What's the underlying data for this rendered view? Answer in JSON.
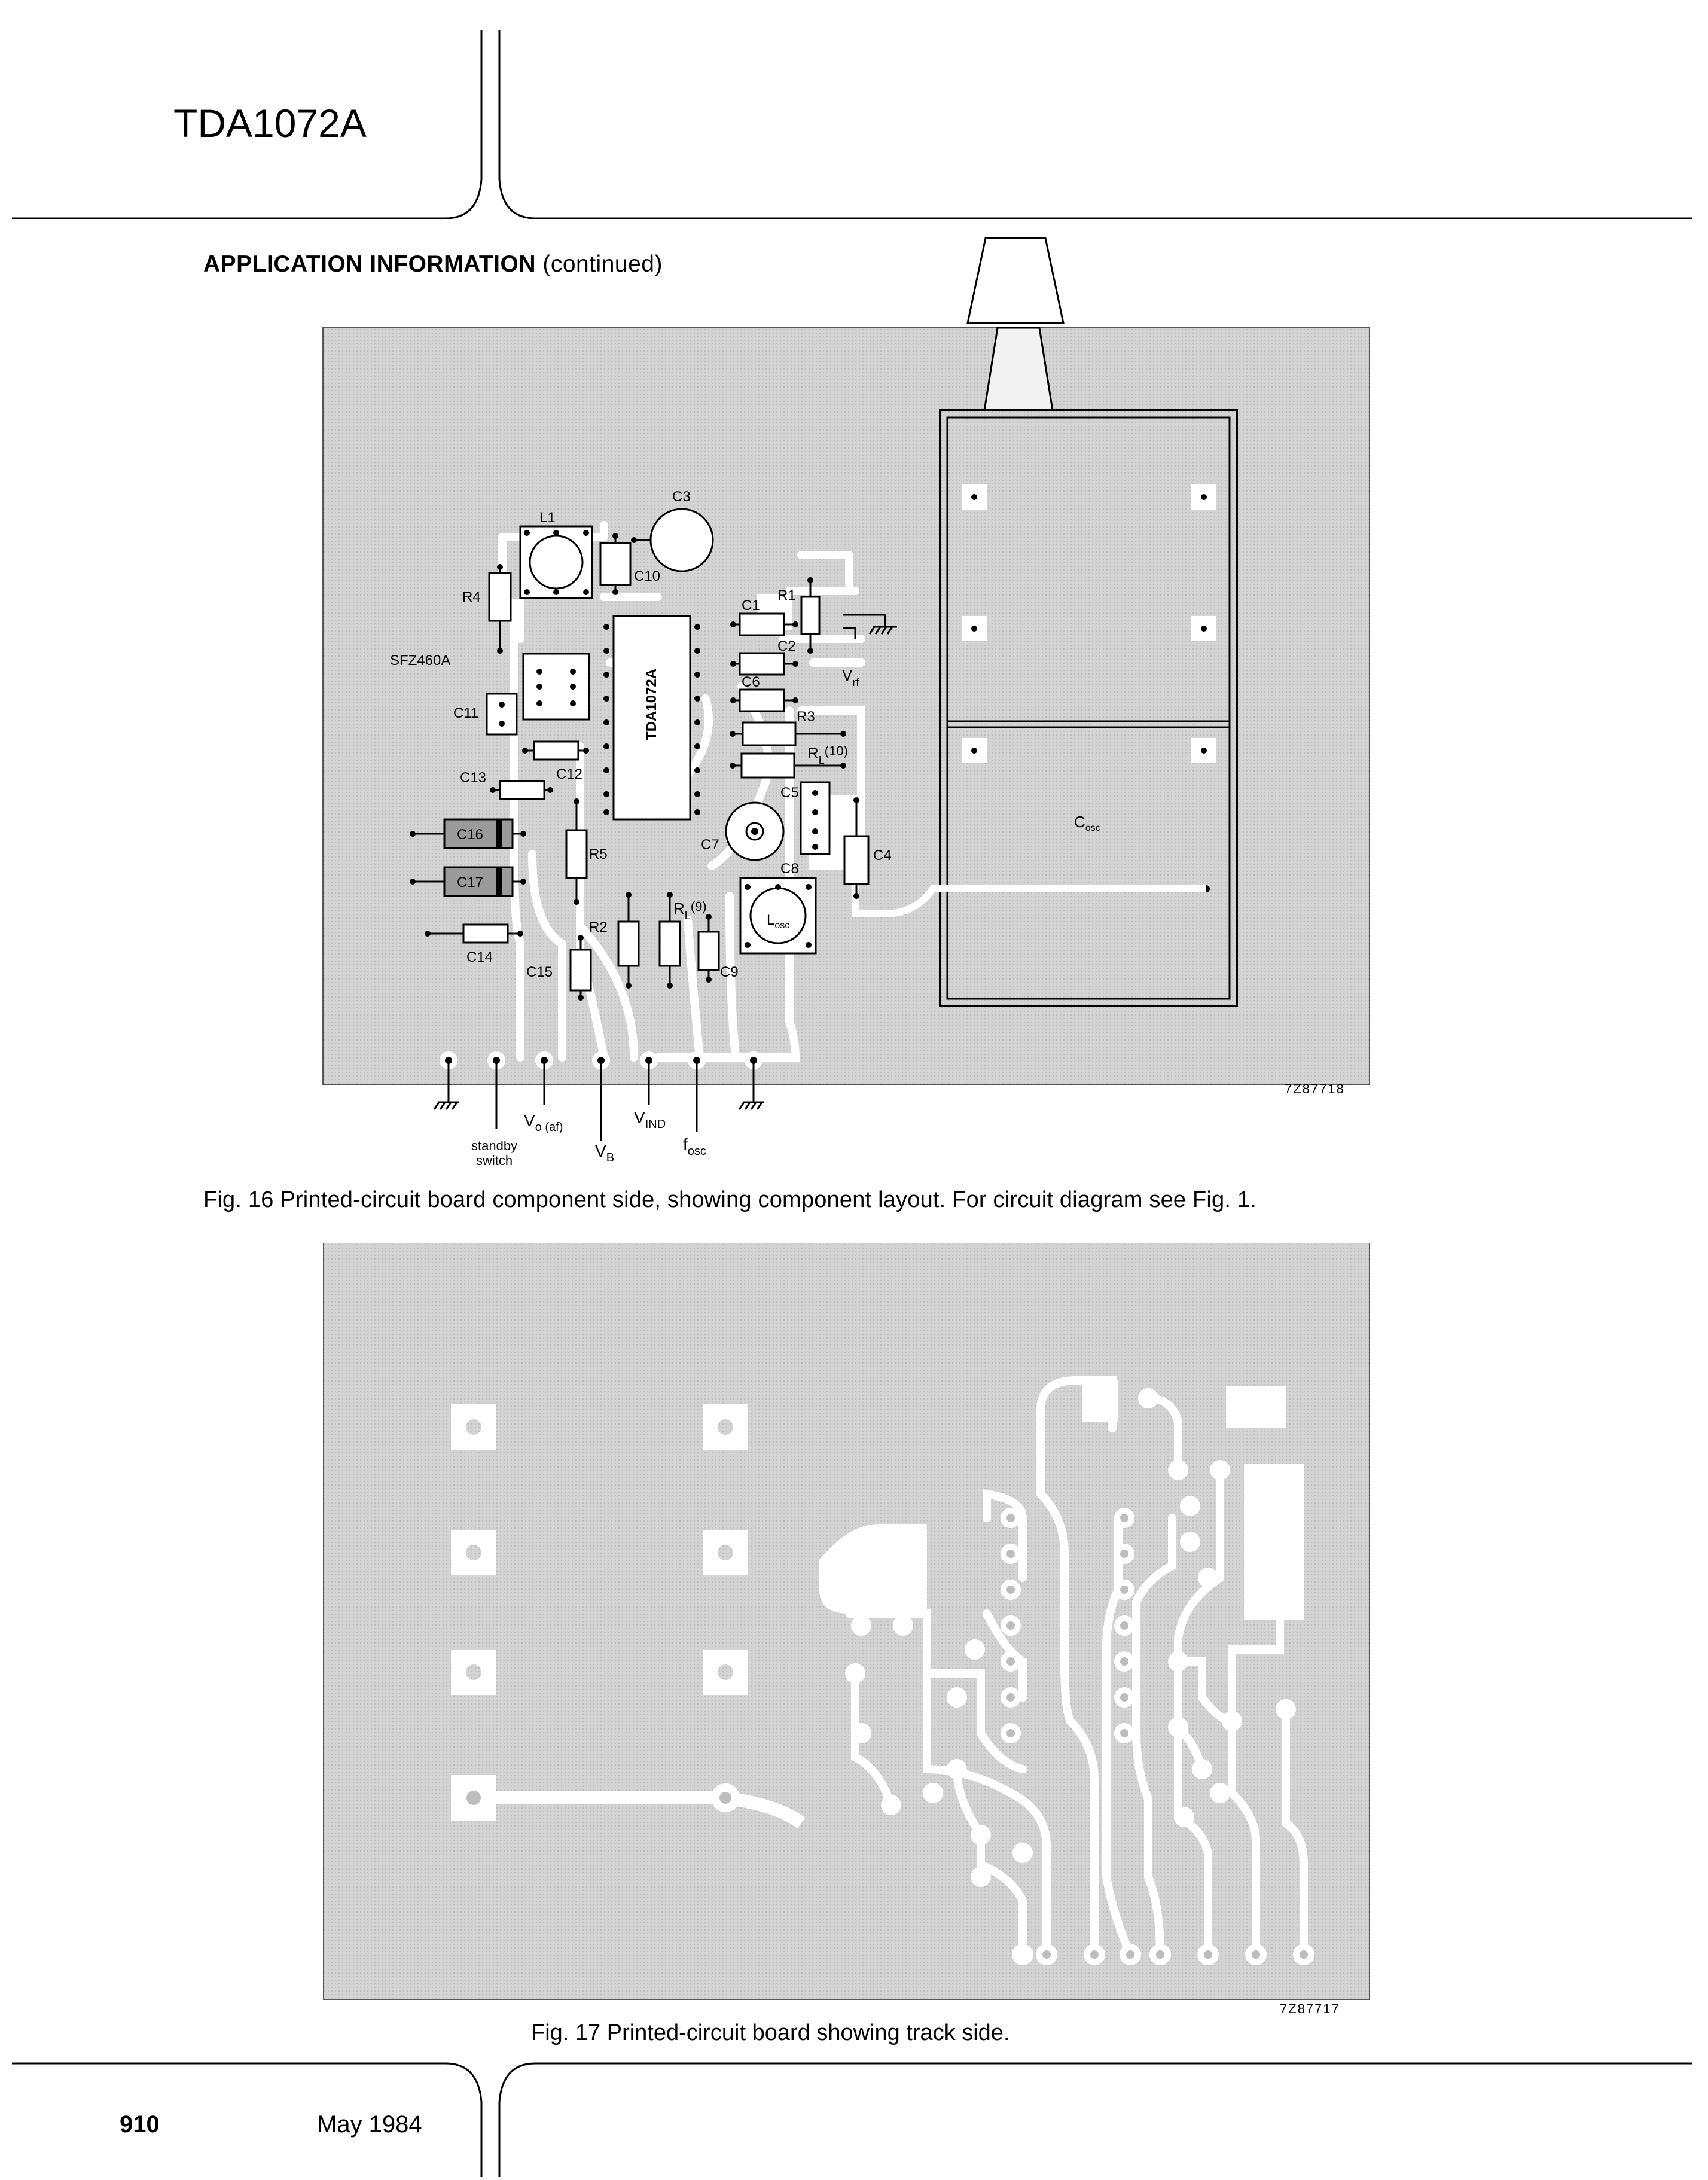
{
  "header": {
    "title": "TDA1072A"
  },
  "section": {
    "heading": "APPLICATION INFORMATION",
    "heading_suffix": "(continued)"
  },
  "fig16": {
    "caption": "Fig. 16  Printed-circuit board component side, showing component layout. For circuit diagram see Fig. 1.",
    "code": "7Z87718",
    "ic_label": "TDA1072A",
    "component_labels": [
      "L1",
      "C3",
      "R4",
      "C10",
      "SFZ460A",
      "C1",
      "R1",
      "C2",
      "C6",
      "R3",
      "C11",
      "C13",
      "C12",
      "C16",
      "C17",
      "R5",
      "C5",
      "C7",
      "C4",
      "C8",
      "C14",
      "R2",
      "C15",
      "C9"
    ],
    "vrf": {
      "main": "V",
      "sub": "rf"
    },
    "rl10": {
      "main": "R",
      "sub": "L",
      "suffix": "(10)"
    },
    "rl9": {
      "main": "R",
      "sub": "L",
      "suffix": "(9)"
    },
    "cosc": {
      "main": "C",
      "sub": "osc"
    },
    "losc": {
      "main": "L",
      "sub": "osc"
    },
    "terminals": {
      "standby_line1": "standby",
      "standby_line2": "switch",
      "vo": {
        "main": "V",
        "sub": "o (af)"
      },
      "vb": {
        "main": "V",
        "sub": "B"
      },
      "vind": {
        "main": "V",
        "sub": "IND"
      },
      "fosc": {
        "main": "f",
        "sub": "osc"
      }
    }
  },
  "fig17": {
    "caption": "Fig. 17  Printed-circuit board showing track side.",
    "code": "7Z87717"
  },
  "footer": {
    "page_number": "910",
    "date": "May 1984"
  }
}
